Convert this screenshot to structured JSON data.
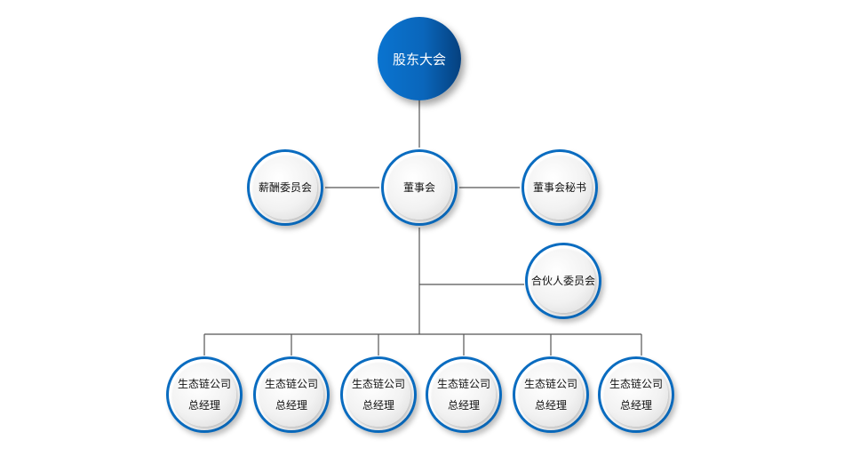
{
  "top": {
    "label": "股东大会"
  },
  "board": {
    "label": "董事会"
  },
  "left": {
    "label": "薪酬委员会"
  },
  "right": {
    "label": "董事会秘书"
  },
  "partner": {
    "label": "合伙人委员会"
  },
  "managers": [
    {
      "line1": "生态链公司",
      "line2": "总经理"
    },
    {
      "line1": "生态链公司",
      "line2": "总经理"
    },
    {
      "line1": "生态链公司",
      "line2": "总经理"
    },
    {
      "line1": "生态链公司",
      "line2": "总经理"
    },
    {
      "line1": "生态链公司",
      "line2": "总经理"
    },
    {
      "line1": "生态链公司",
      "line2": "总经理"
    }
  ],
  "colors": {
    "accent": "#0a6cc0",
    "line": "#555555"
  }
}
